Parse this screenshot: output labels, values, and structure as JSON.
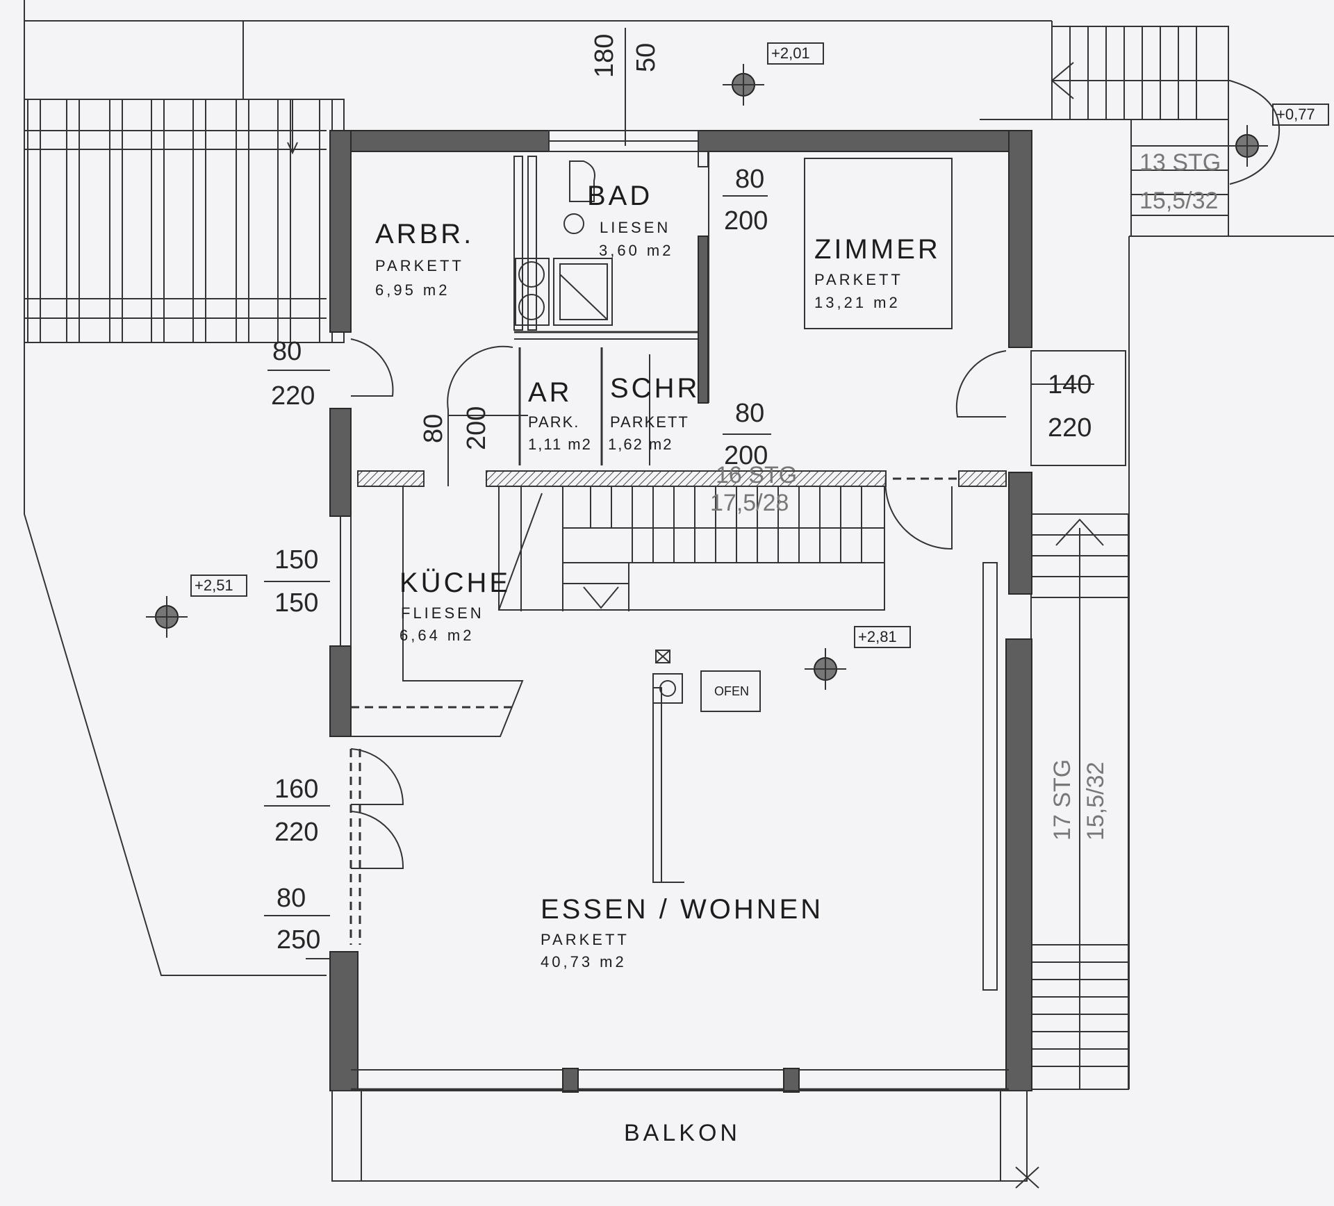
{
  "rooms": {
    "arbr": {
      "name": "ARBR.",
      "floor": "PARKETT",
      "area": "6,95 m2"
    },
    "bad": {
      "name": "BAD",
      "floor": "LIESEN",
      "area": "3,60 m2"
    },
    "zimmer": {
      "name": "ZIMMER",
      "floor": "PARKETT",
      "area": "13,21 m2"
    },
    "ar": {
      "name": "AR",
      "floor": "PARK.",
      "area": "1,11 m2"
    },
    "schr": {
      "name": "SCHR",
      "floor": "PARKETT",
      "area": "1,62 m2"
    },
    "kueche": {
      "name": "KÜCHE",
      "floor": "FLIESEN",
      "area": "6,64 m2"
    },
    "essen": {
      "name": "ESSEN / WOHNEN",
      "floor": "PARKETT",
      "area": "40,73 m2"
    },
    "balkon": {
      "name": "BALKON"
    }
  },
  "dimensions": {
    "top_180": "180",
    "top_50": "50",
    "left_door_80": "80",
    "left_door_220": "220",
    "bad_80": "80",
    "bad_200": "200",
    "zimmer_140": "140",
    "zimmer_220": "220",
    "ar_80": "80",
    "ar_200": "200",
    "schr_80": "80",
    "schr_200": "200",
    "window_150a": "150",
    "window_150b": "150",
    "door_160": "160",
    "door_220": "220",
    "door_80": "80",
    "door_250": "250"
  },
  "stairs": {
    "top_right_steps": "13 STG",
    "top_right_ratio": "15,5/32",
    "center_steps": "16 STG",
    "center_ratio": "17,5/28",
    "right_steps": "17 STG",
    "right_ratio": "15,5/32"
  },
  "levels": {
    "top": "+2,01",
    "top_right": "+0,77",
    "left": "+2,51",
    "center": "+2,81"
  },
  "fixtures": {
    "ofen": "OFEN"
  },
  "colors": {
    "wall": "#5e5e5e",
    "paper": "#f4f4f6",
    "ink": "#1c1c1c"
  }
}
